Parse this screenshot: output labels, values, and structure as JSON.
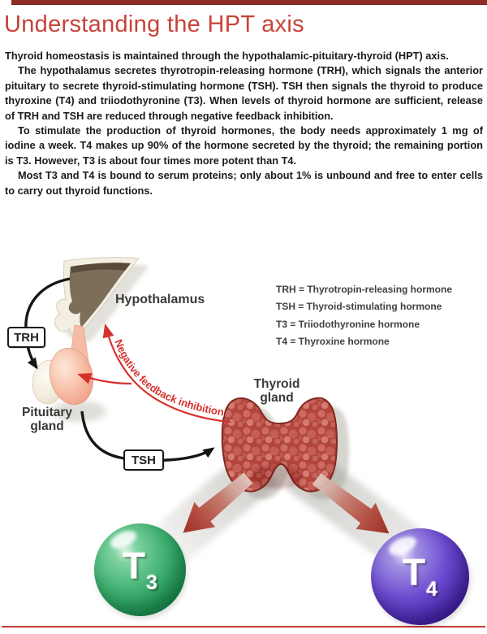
{
  "header": {
    "title": "Understanding the HPT axis",
    "accent_color": "#c8423a",
    "bar_color": "#8e2d26"
  },
  "article": {
    "paragraphs": [
      "Thyroid homeostasis is maintained through the hypothalamic-pituitary-thyroid (HPT) axis.",
      "The hypothalamus secretes thyrotropin-releasing hormone (TRH), which signals the anterior pituitary to secrete thyroid-stimulating hormone (TSH). TSH then signals the thyroid to produce thyroxine (T4) and triiodothyronine (T3). When levels of thyroid hormone are sufficient, release of TRH and TSH are reduced through negative feedback inhibition.",
      "To stimulate the production of thyroid hormones, the body needs approximately 1 mg of iodine a week. T4 makes up 90% of the hormone secreted by the thyroid; the remaining portion is T3. However, T3 is about four times more potent than T4.",
      "Most T3 and T4 is bound to serum proteins; only about 1% is unbound and free to enter cells to carry out thyroid functions."
    ]
  },
  "diagram": {
    "hypothalamus_label": "Hypothalamus",
    "pituitary_label_line1": "Pituitary",
    "pituitary_label_line2": "gland",
    "thyroid_label_line1": "Thyroid",
    "thyroid_label_line2": "gland",
    "trh_box_label": "TRH",
    "tsh_box_label": "TSH",
    "feedback_arrow_label": "Negative feedback inhibition",
    "legend": [
      "TRH = Thyrotropin-releasing hormone",
      "TSH = Thyroid-stimulating hormone",
      "T3 = Triiodothyronine hormone",
      "T4 = Thyroxine hormone"
    ],
    "molecules": {
      "t3": {
        "symbol": "T",
        "subscript": "3",
        "color": "#2ca466"
      },
      "t4": {
        "symbol": "T",
        "subscript": "4",
        "color": "#5a3ec0"
      }
    },
    "colors": {
      "feedback_red": "#d6302b",
      "thyroid_red": "#b2453e",
      "arrow_black": "#161616"
    }
  },
  "footer": {
    "rule_color": "#c23b31"
  }
}
